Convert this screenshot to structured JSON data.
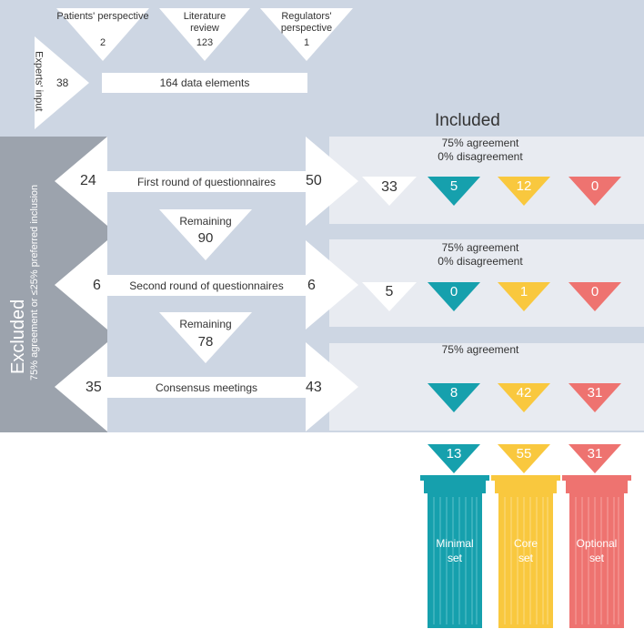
{
  "sources": {
    "patients": {
      "label": "Patients' perspective",
      "value": "2"
    },
    "literature": {
      "label": "Literature review",
      "value": "123"
    },
    "regulators": {
      "label": "Regulators' perspective",
      "value": "1"
    },
    "experts": {
      "label": "Experts' input",
      "value": "38"
    }
  },
  "data_elements": "164 data elements",
  "excluded": {
    "title": "Excluded",
    "criteria": "75% agreement or ≤25% preferred inclusion"
  },
  "included_title": "Included",
  "rounds": [
    {
      "label": "First round of questionnaires",
      "excluded": "24",
      "included": "50",
      "agreement": "75% agreement",
      "disagreement": "0% disagreement",
      "unassigned": "33",
      "minimal": "5",
      "core": "12",
      "optional": "0"
    },
    {
      "label": "Second round of questionnaires",
      "excluded": "6",
      "included": "6",
      "agreement": "75% agreement",
      "disagreement": "0% disagreement",
      "unassigned": "5",
      "minimal": "0",
      "core": "1",
      "optional": "0"
    },
    {
      "label": "Consensus meetings",
      "excluded": "35",
      "included": "43",
      "agreement": "75% agreement",
      "minimal": "8",
      "core": "42",
      "optional": "31"
    }
  ],
  "remaining": [
    {
      "label": "Remaining",
      "value": "90"
    },
    {
      "label": "Remaining",
      "value": "78"
    }
  ],
  "totals": {
    "minimal": "13",
    "core": "55",
    "optional": "31"
  },
  "sets": {
    "minimal": "Minimal set",
    "core": "Core set",
    "optional": "Optional set"
  },
  "colors": {
    "minimal": "#16a0ad",
    "core": "#f9c83e",
    "optional": "#ee7370",
    "background": "#cdd6e3",
    "excluded": "#9ca3ad",
    "panel": "#e8ebf1"
  }
}
